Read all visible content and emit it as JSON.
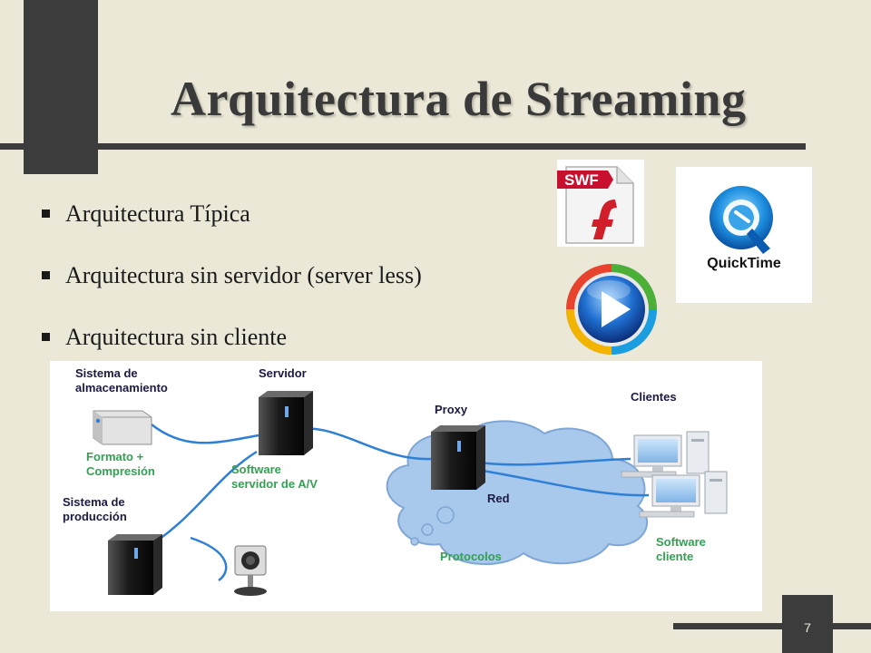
{
  "slide": {
    "title": "Arquitectura de Streaming",
    "bullets": [
      "Arquitectura Típica",
      "Arquitectura sin servidor (server less)",
      "Arquitectura sin cliente"
    ],
    "page_number": "7",
    "colors": {
      "background": "#ebe8d8",
      "dark_bar": "#3c3c3c",
      "diagram_label": "#1a1a44",
      "diagram_sublabel": "#33a055",
      "cloud": "#a8c8ec"
    }
  },
  "logos": {
    "swf": {
      "icon": "flash-swf-icon",
      "badge": "SWF"
    },
    "quicktime": {
      "icon": "quicktime-logo",
      "label": "QuickTime"
    },
    "windows_media": {
      "icon": "windows-media-player-icon"
    }
  },
  "diagram": {
    "labels": {
      "storage": "Sistema de\nalmacenamiento",
      "storage_sub": "Formato +\nCompresión",
      "server": "Servidor",
      "server_sub": "Software\nservidor de A/V",
      "production": "Sistema de\nproducción",
      "proxy": "Proxy",
      "network": "Red",
      "protocols": "Protocolos",
      "clients": "Clientes",
      "client_sub": "Software\ncliente"
    }
  }
}
